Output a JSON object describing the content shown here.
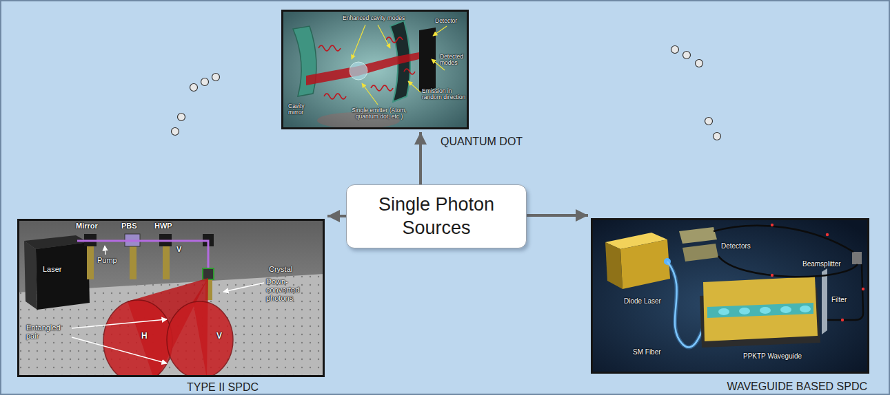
{
  "diagram": {
    "nodes": [
      {
        "text": [
          "QUANTUM DOT"
        ]
      },
      {
        "text": [
          "TYPE II SPDC"
        ]
      },
      {
        "text": [
          "Single Photon Sources"
        ]
      },
      {
        "text": [
          "WAVEGUIDE BASED SPDC"
        ]
      }
    ],
    "edges": [
      {
        "from": 2,
        "to": 0,
        "arrow": "to"
      },
      {
        "from": 2,
        "to": 1,
        "arrow": "to"
      },
      {
        "from": 2,
        "to": 3,
        "arrow": "to"
      }
    ],
    "labels": [
      "Enhanced cavity modes",
      "Detector",
      "Detected modes",
      "Emission in random direction",
      "Single emitter (Atom, quantum dot, etc.)",
      "Cavity mirror",
      "Mirror",
      "PBS",
      "HWP",
      "V",
      "Laser",
      "Pump",
      "Crystal",
      "Down-converted photons",
      "Entangled pair",
      "H",
      "V",
      "Detectors",
      "Beamsplitter",
      "Diode Laser",
      "Filter",
      "SM Fiber",
      "PPKTP Waveguide"
    ]
  }
}
